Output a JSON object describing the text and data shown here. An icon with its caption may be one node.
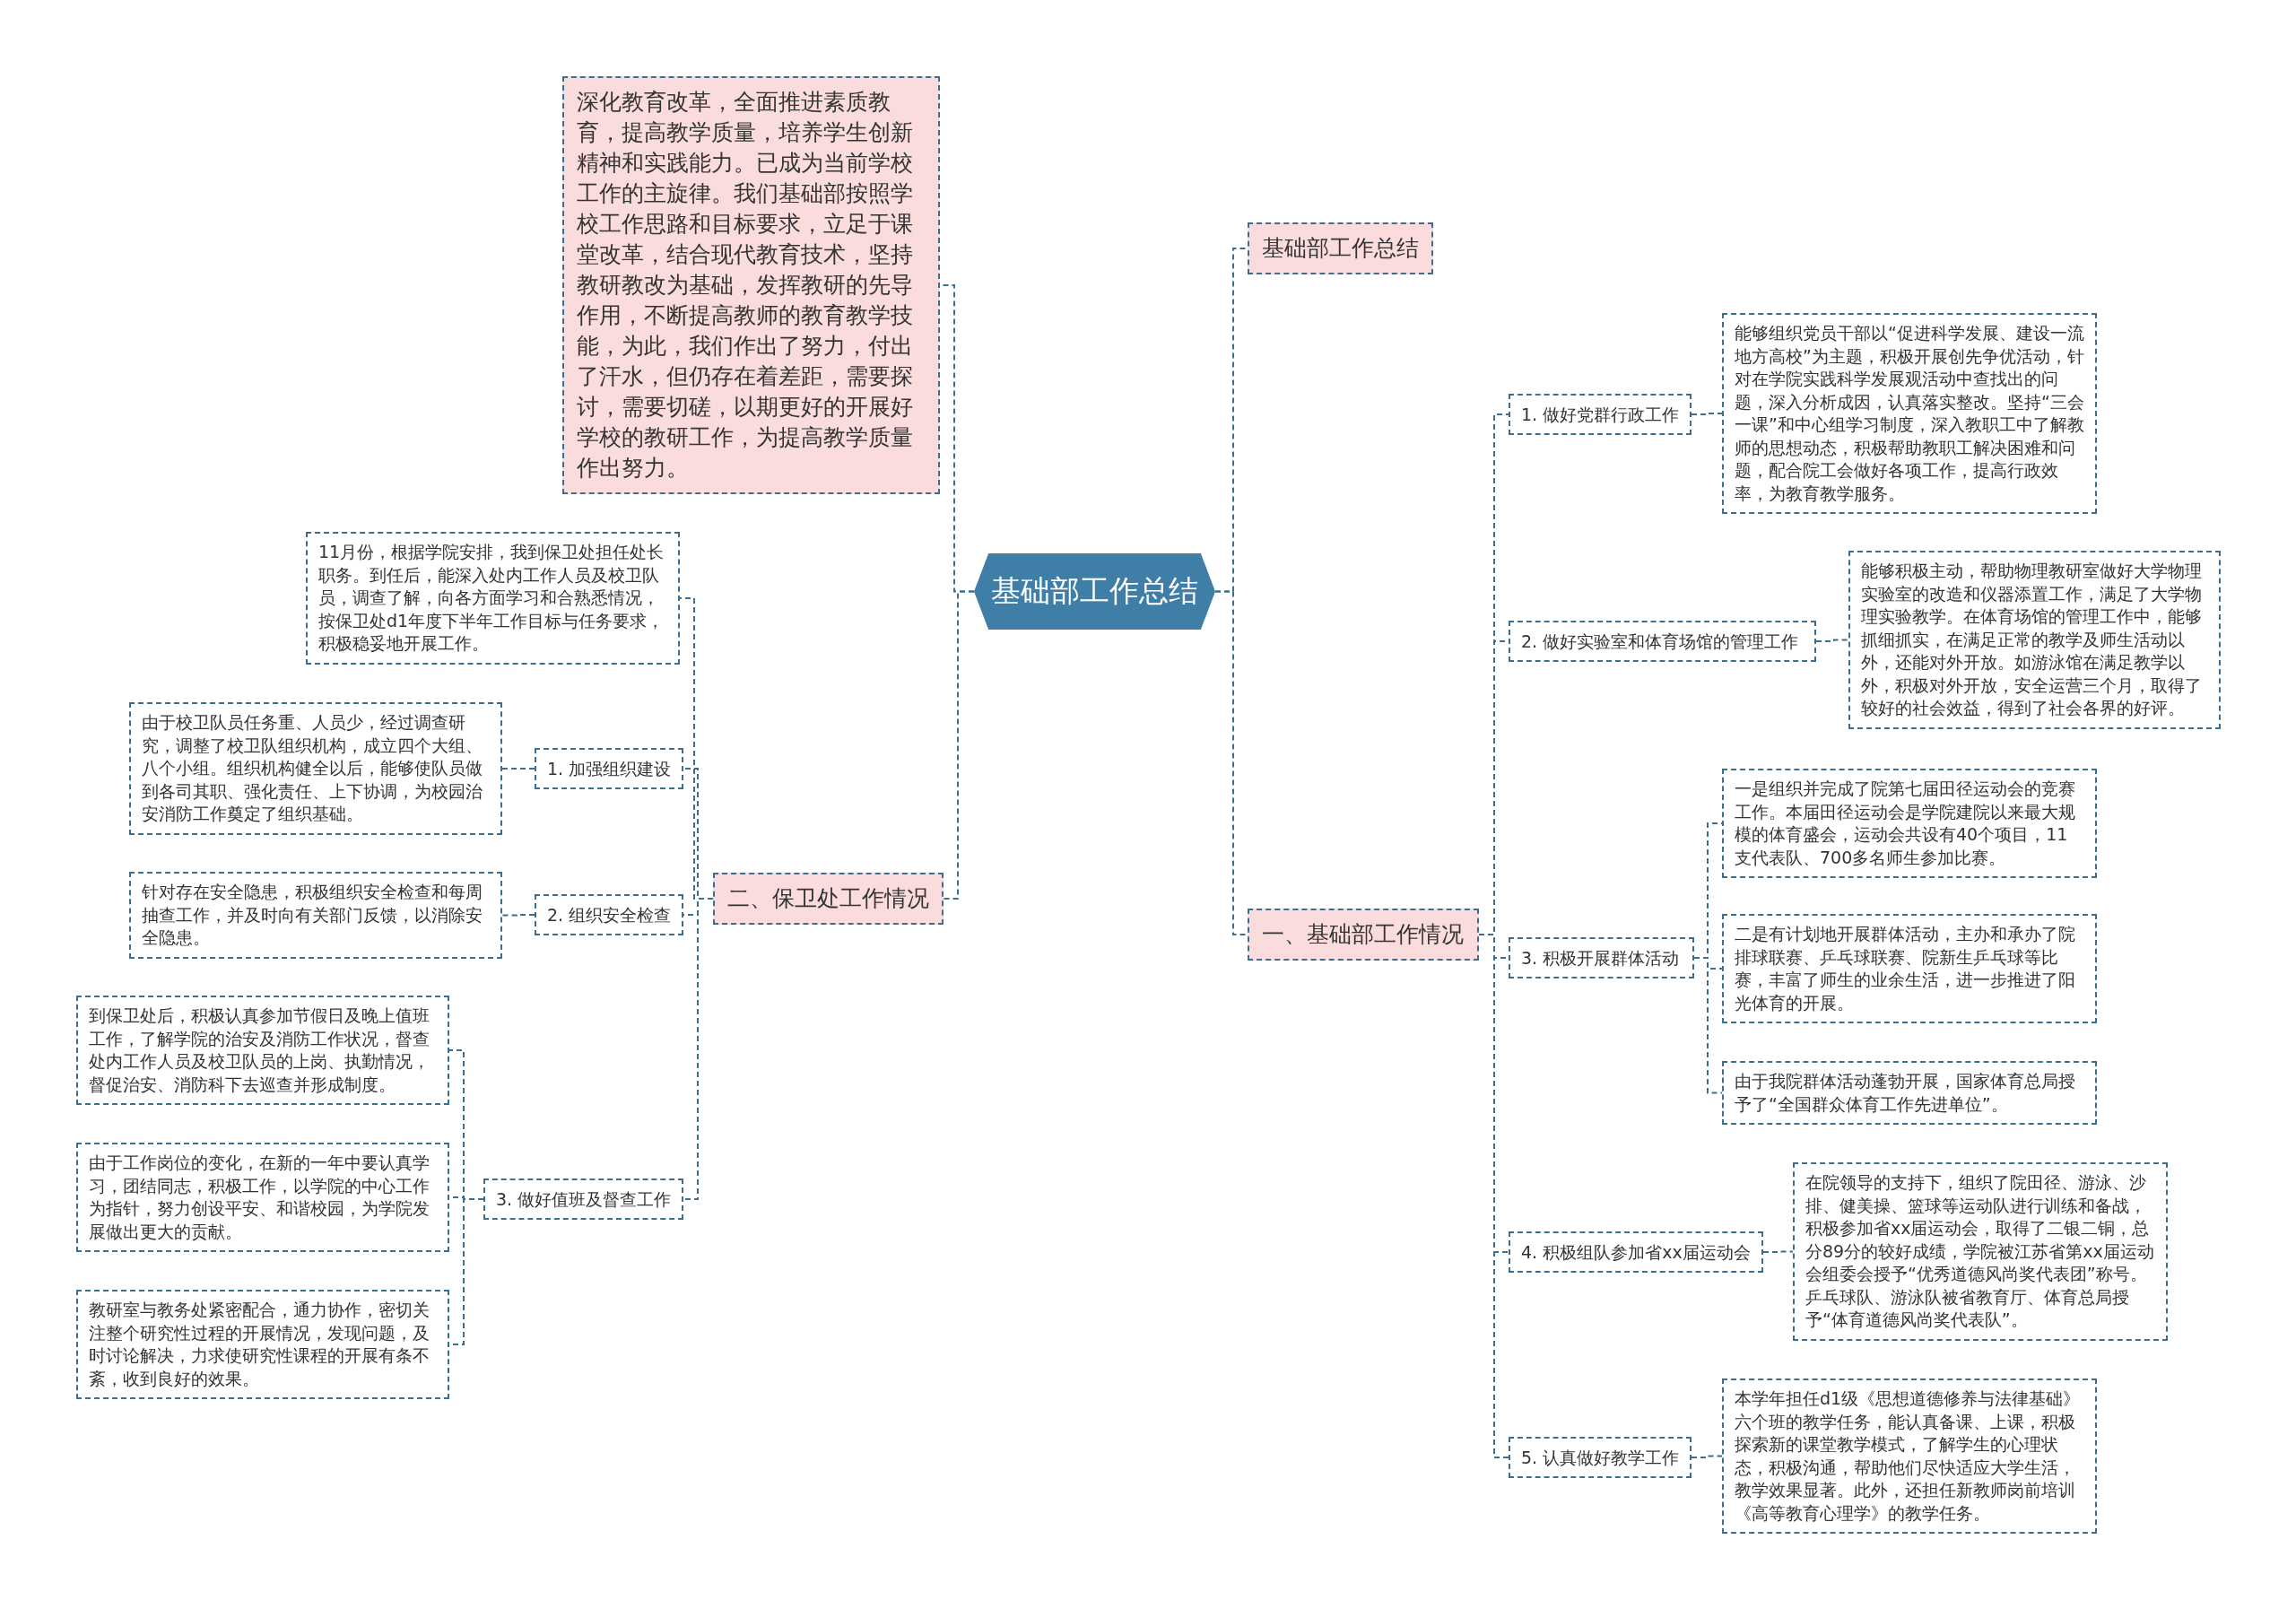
{
  "diagram": {
    "nodes": [
      {
        "text": [
          "基础部工作总结"
        ]
      },
      {
        "text": [
          "基础部工作总结"
        ]
      },
      {
        "text": [
          "一、基础部工作情况"
        ]
      },
      {
        "text": [
          "1. 做好党群行政工作"
        ]
      },
      {
        "text": [
          "能够组织党员干部以“促进科学发展、建设一流地方高校”为主题，积极开展创先争优活动，针对在学院实践科学发展观活动中查找出的问题，深入分析成因，认真落实整改。坚持“三会一课”和中心组学习制度，深入教职工中了解教师的思想动态，积极帮助教职工解决困难和问题，配合院工会做好各项工作，提高行政效率，为教育教学服务。"
        ]
      },
      {
        "text": [
          "2. 做好实验室和体育场馆的管理工作"
        ]
      },
      {
        "text": [
          "能够积极主动，帮助物理教研室做好大学物理实验室的改造和仪器添置工作，满足了大学物理实验教学。在体育场馆的管理工作中，能够抓细抓实，在满足正常的教学及师生活动以外，还能对外开放。如游泳馆在满足教学以外，积极对外开放，安全运营三个月，取得了较好的社会效益，得到了社会各界的好评。"
        ]
      },
      {
        "text": [
          "3. 积极开展群体活动"
        ]
      },
      {
        "text": [
          "一是组织并完成了院第七届田径运动会的竞赛工作。本届田径运动会是学院建院以来最大规模的体育盛会，运动会共设有40个项目，11支代表队、700多名师生参加比赛。"
        ]
      },
      {
        "text": [
          "二是有计划地开展群体活动，主办和承办了院排球联赛、乒乓球联赛、院新生乒乓球等比赛，丰富了师生的业余生活，进一步推进了阳光体育的开展。"
        ]
      },
      {
        "text": [
          "由于我院群体活动蓬勃开展，国家体育总局授予了“全国群众体育工作先进单位”。"
        ]
      },
      {
        "text": [
          "4. 积极组队参加省xx届运动会"
        ]
      },
      {
        "text": [
          "在院领导的支持下，组织了院田径、游泳、沙排、健美操、篮球等运动队进行训练和备战，积极参加省xx届运动会，取得了二银二铜，总分89分的较好成绩，学院被江苏省第xx届运动会组委会授予“优秀道德风尚奖代表团”称号。乒乓球队、游泳队被省教育厅、体育总局授予“体育道德风尚奖代表队”。"
        ]
      },
      {
        "text": [
          "5. 认真做好教学工作"
        ]
      },
      {
        "text": [
          "本学年担任d1级《思想道德修养与法律基础》六个班的教学任务，能认真备课、上课，积极探索新的课堂教学模式，了解学生的心理状态，积极沟通，帮助他们尽快适应大学生活，教学效果显著。此外，还担任新教师岗前培训《高等教育心理学》的教学任务。"
        ]
      },
      {
        "text": [
          "深化教育改革，全面推进素质教育，提高教学质量，培养学生创新精神和实践能力。已成为当前学校工作的主旋律。我们基础部按照学校工作思路和目标要求，立足于课堂改革，结合现代教育技术，坚持教研教改为基础，发挥教研的先导作用，不断提高教师的教育教学技能，为此，我们作出了努力，付出了汗水，但仍存在着差距，需要探讨，需要切磋，以期更好的开展好学校的教研工作，为提高教学质量作出努力。"
        ]
      },
      {
        "text": [
          "二、保卫处工作情况"
        ]
      },
      {
        "text": [
          "11月份，根据学院安排，我到保卫处担任处长职务。到任后，能深入处内工作人员及校卫队员，调查了解，向各方面学习和合熟悉情况，按保卫处d1年度下半年工作目标与任务要求，积极稳妥地开展工作。"
        ]
      },
      {
        "text": [
          "1. 加强组织建设"
        ]
      },
      {
        "text": [
          "由于校卫队员任务重、人员少，经过调查研究，调整了校卫队组织机构，成立四个大组、八个小组。组织机构健全以后，能够使队员做到各司其职、强化责任、上下协调，为校园治安消防工作奠定了组织基础。"
        ]
      },
      {
        "text": [
          "2. 组织安全检查"
        ]
      },
      {
        "text": [
          "针对存在安全隐患，积极组织安全检查和每周抽查工作，并及时向有关部门反馈，以消除安全隐患。"
        ]
      },
      {
        "text": [
          "3. 做好值班及督查工作"
        ]
      },
      {
        "text": [
          "到保卫处后，积极认真参加节假日及晚上值班工作，了解学院的治安及消防工作状况，督查处内工作人员及校卫队员的上岗、执勤情况，督促治安、消防科下去巡查并形成制度。"
        ]
      },
      {
        "text": [
          "由于工作岗位的变化，在新的一年中要认真学习，团结同志，积极工作，以学院的中心工作为指针，努力创设平安、和谐校园，为学院发展做出更大的贡献。"
        ]
      },
      {
        "text": [
          "教研室与教务处紧密配合，通力协作，密切关注整个研究性过程的开展情况，发现问题，及时讨论解决，力求使研究性课程的开展有条不紊，收到良好的效果。"
        ]
      }
    ],
    "edges": [
      {
        "from": 0,
        "to": 1,
        "arrow": "none"
      },
      {
        "from": 0,
        "to": 2,
        "arrow": "none"
      },
      {
        "from": 2,
        "to": 3,
        "arrow": "none"
      },
      {
        "from": 3,
        "to": 4,
        "arrow": "none"
      },
      {
        "from": 2,
        "to": 5,
        "arrow": "none"
      },
      {
        "from": 5,
        "to": 6,
        "arrow": "none"
      },
      {
        "from": 2,
        "to": 7,
        "arrow": "none"
      },
      {
        "from": 7,
        "to": 8,
        "arrow": "none"
      },
      {
        "from": 7,
        "to": 9,
        "arrow": "none"
      },
      {
        "from": 7,
        "to": 10,
        "arrow": "none"
      },
      {
        "from": 2,
        "to": 11,
        "arrow": "none"
      },
      {
        "from": 11,
        "to": 12,
        "arrow": "none"
      },
      {
        "from": 2,
        "to": 13,
        "arrow": "none"
      },
      {
        "from": 13,
        "to": 14,
        "arrow": "none"
      },
      {
        "from": 0,
        "to": 15,
        "arrow": "none"
      },
      {
        "from": 0,
        "to": 16,
        "arrow": "none"
      },
      {
        "from": 16,
        "to": 17,
        "arrow": "none"
      },
      {
        "from": 16,
        "to": 18,
        "arrow": "none"
      },
      {
        "from": 18,
        "to": 19,
        "arrow": "none"
      },
      {
        "from": 16,
        "to": 20,
        "arrow": "none"
      },
      {
        "from": 20,
        "to": 21,
        "arrow": "none"
      },
      {
        "from": 16,
        "to": 22,
        "arrow": "none"
      },
      {
        "from": 22,
        "to": 23,
        "arrow": "none"
      },
      {
        "from": 22,
        "to": 24,
        "arrow": "none"
      },
      {
        "from": 22,
        "to": 25,
        "arrow": "none"
      }
    ]
  }
}
